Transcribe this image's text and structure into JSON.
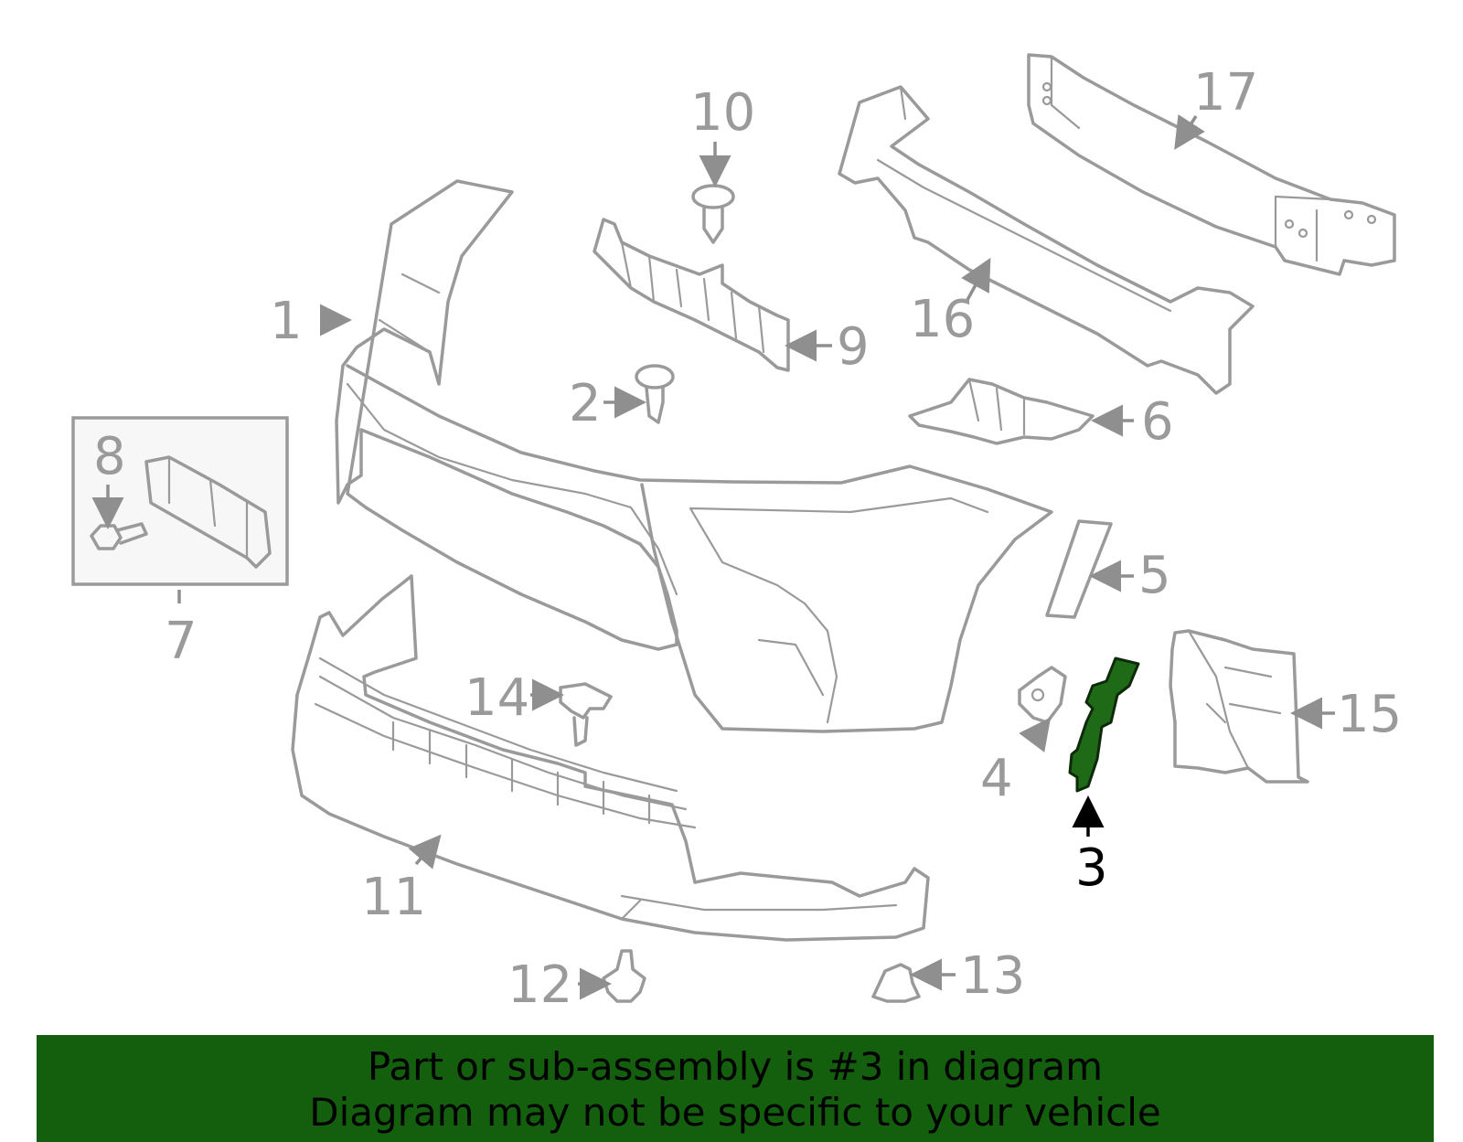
{
  "labels": [
    "1",
    "2",
    "3",
    "4",
    "5",
    "6",
    "7",
    "8",
    "9",
    "10",
    "11",
    "12",
    "13",
    "14",
    "15",
    "16",
    "17"
  ],
  "highlighted_part": "3",
  "colors": {
    "part_line": "#9a9a9a",
    "highlight_fill": "#1f6a16",
    "banner_bg": "#135f0e",
    "label_text": "#9a9a9a"
  },
  "banner": {
    "line1": "Part or sub-assembly is #3 in diagram",
    "line2": "Diagram may not be specific to your vehicle"
  }
}
